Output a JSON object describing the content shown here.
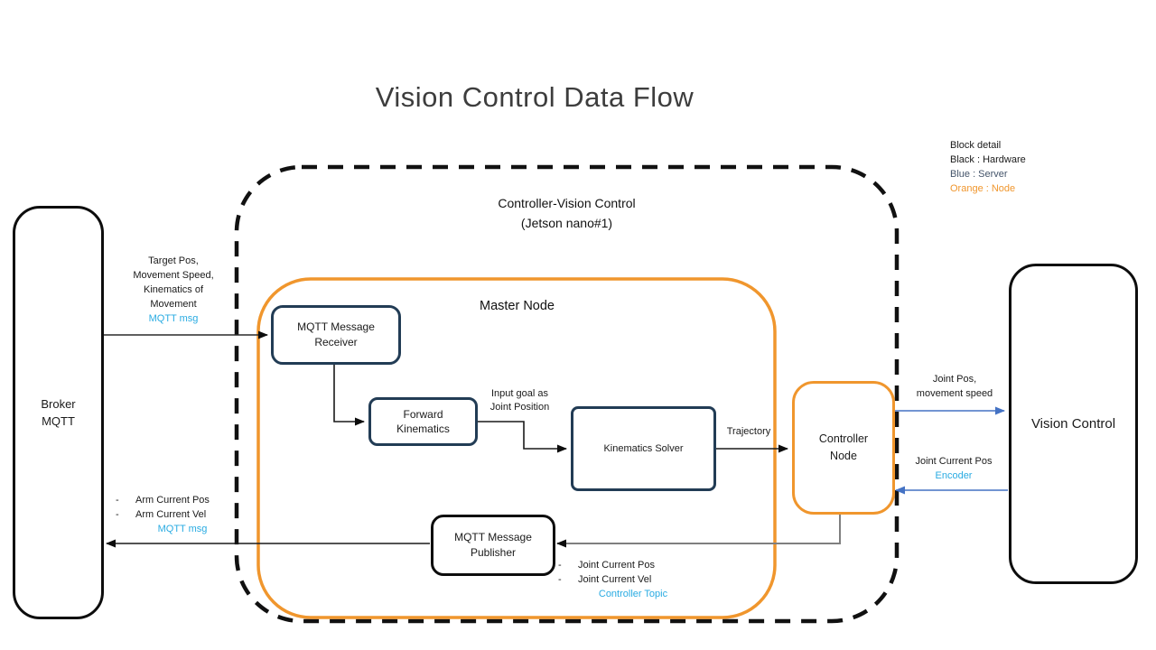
{
  "title": "Vision Control Data Flow",
  "legend": {
    "title": "Block detail",
    "hardware": "Black : Hardware",
    "server": "Blue : Server",
    "node": "Orange : Node"
  },
  "colors": {
    "box_navy": "#223C55",
    "node_orange": "#F0962D",
    "info_blue": "#29ABE2",
    "arrow_blue": "#4472C4",
    "line_gray": "#7F7F7F",
    "hardware_black": "#0d0d0d",
    "legend_server_text": "#44546A"
  },
  "nodes": {
    "broker": {
      "line1": "Broker",
      "line2": "MQTT"
    },
    "jetson_container": {
      "line1": "Controller-Vision Control",
      "line2": "(Jetson nano#1)"
    },
    "master_node": {
      "label": "Master Node"
    },
    "mqtt_receiver": {
      "line1": "MQTT Message",
      "line2": "Receiver"
    },
    "forward_kinematics": {
      "line1": "Forward",
      "line2": "Kinematics"
    },
    "kinematics_solver": {
      "label": "Kinematics Solver"
    },
    "mqtt_publisher": {
      "line1": "MQTT Message",
      "line2": "Publisher"
    },
    "controller_node": {
      "line1": "Controller",
      "line2": "Node"
    },
    "vision_control": {
      "label": "Vision Control"
    }
  },
  "edge_labels": {
    "broker_to_receiver": {
      "line1": "Target Pos,",
      "line2": "Movement  Speed,",
      "line3": "Kinematics of",
      "line4": "Movement",
      "line5": "MQTT msg"
    },
    "input_goal": {
      "line1": "Input goal as",
      "line2": "Joint Position"
    },
    "trajectory": "Trajectory",
    "controller_to_vision": {
      "line1": "Joint Pos,",
      "line2": "movement  speed"
    },
    "vision_to_controller": {
      "line1": "Joint Current Pos",
      "line2": "Encoder"
    },
    "publisher_to_broker": {
      "bullet": "-",
      "item1": "Arm Current Pos",
      "item2": "Arm Current Vel",
      "topic": "MQTT msg"
    },
    "controller_to_publisher": {
      "bullet": "-",
      "item1": "Joint Current Pos",
      "item2": "Joint Current Vel",
      "topic": "Controller Topic"
    }
  }
}
